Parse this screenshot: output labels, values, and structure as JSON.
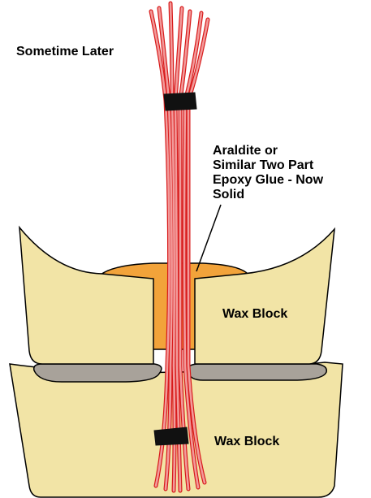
{
  "diagram": {
    "caption": "Sometime Later",
    "glue_label": {
      "line1": "Araldite or",
      "line2": "Similar Two Part",
      "line3": "Epoxy Glue - Now",
      "line4": "Solid"
    },
    "upper_block_label": "Wax Block",
    "lower_block_label": "Wax Block"
  },
  "colors": {
    "wax": "#f2e4a6",
    "glue": "#f2a33a",
    "gap": "#a8a29a",
    "fiber_fill": "#f29a9a",
    "fiber_edge": "#d81b1b",
    "tape": "#111111",
    "outline": "#000000"
  }
}
